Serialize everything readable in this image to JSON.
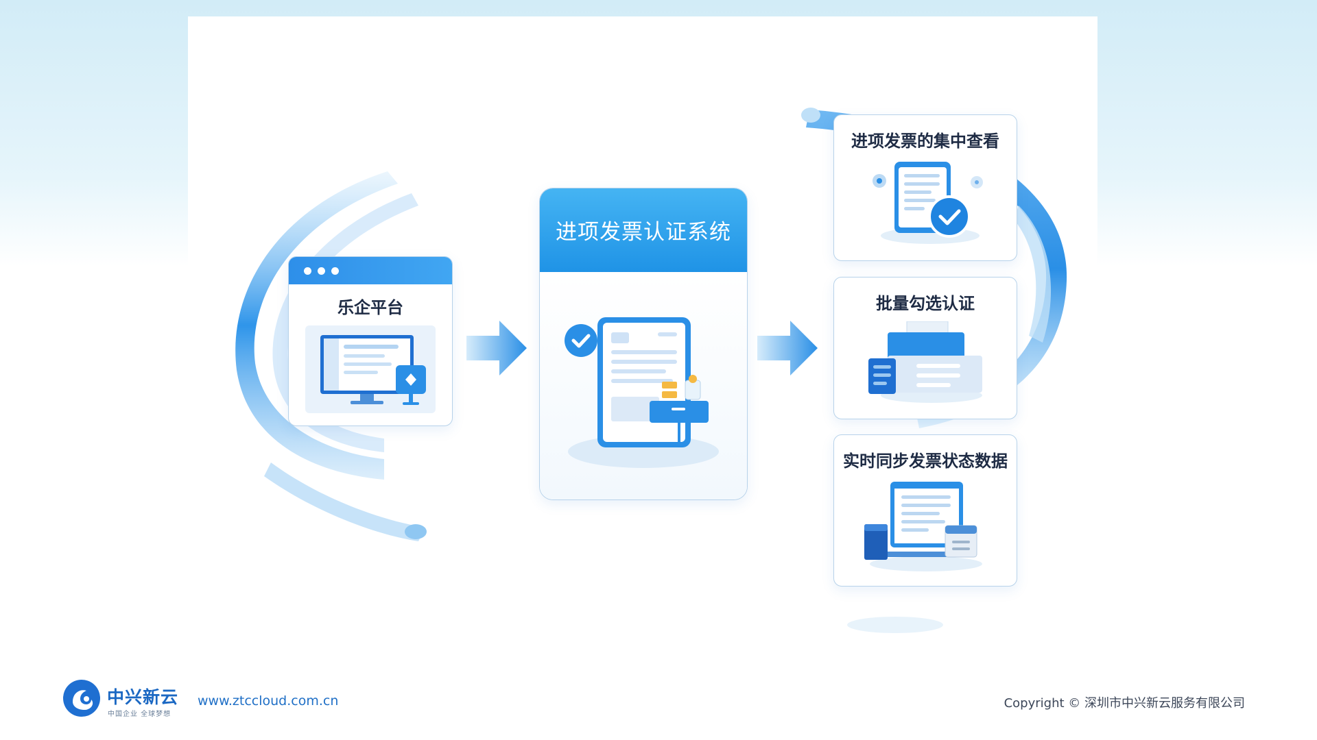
{
  "diagram": {
    "source_box": {
      "title": "乐企平台"
    },
    "center_box": {
      "title": "进项发票认证系统"
    },
    "output_boxes": [
      {
        "title": "进项发票的集中查看"
      },
      {
        "title": "批量勾选认证"
      },
      {
        "title": "实时同步发票状态数据"
      }
    ],
    "colors": {
      "primary": "#2a8fe6",
      "light": "#cfe6fa",
      "accent": "#f5b942",
      "text": "#1e2b44"
    },
    "icons": [
      "desktop-computer-icon",
      "invoice-tablet-icon",
      "check-circle-icon",
      "printer-icon",
      "monitor-sync-icon"
    ]
  },
  "footer": {
    "brand_name": "中兴新云",
    "brand_tagline": "中国企业 全球梦想",
    "website": "www.ztccloud.com.cn",
    "copyright": "Copyright © 深圳市中兴新云服务有限公司"
  }
}
